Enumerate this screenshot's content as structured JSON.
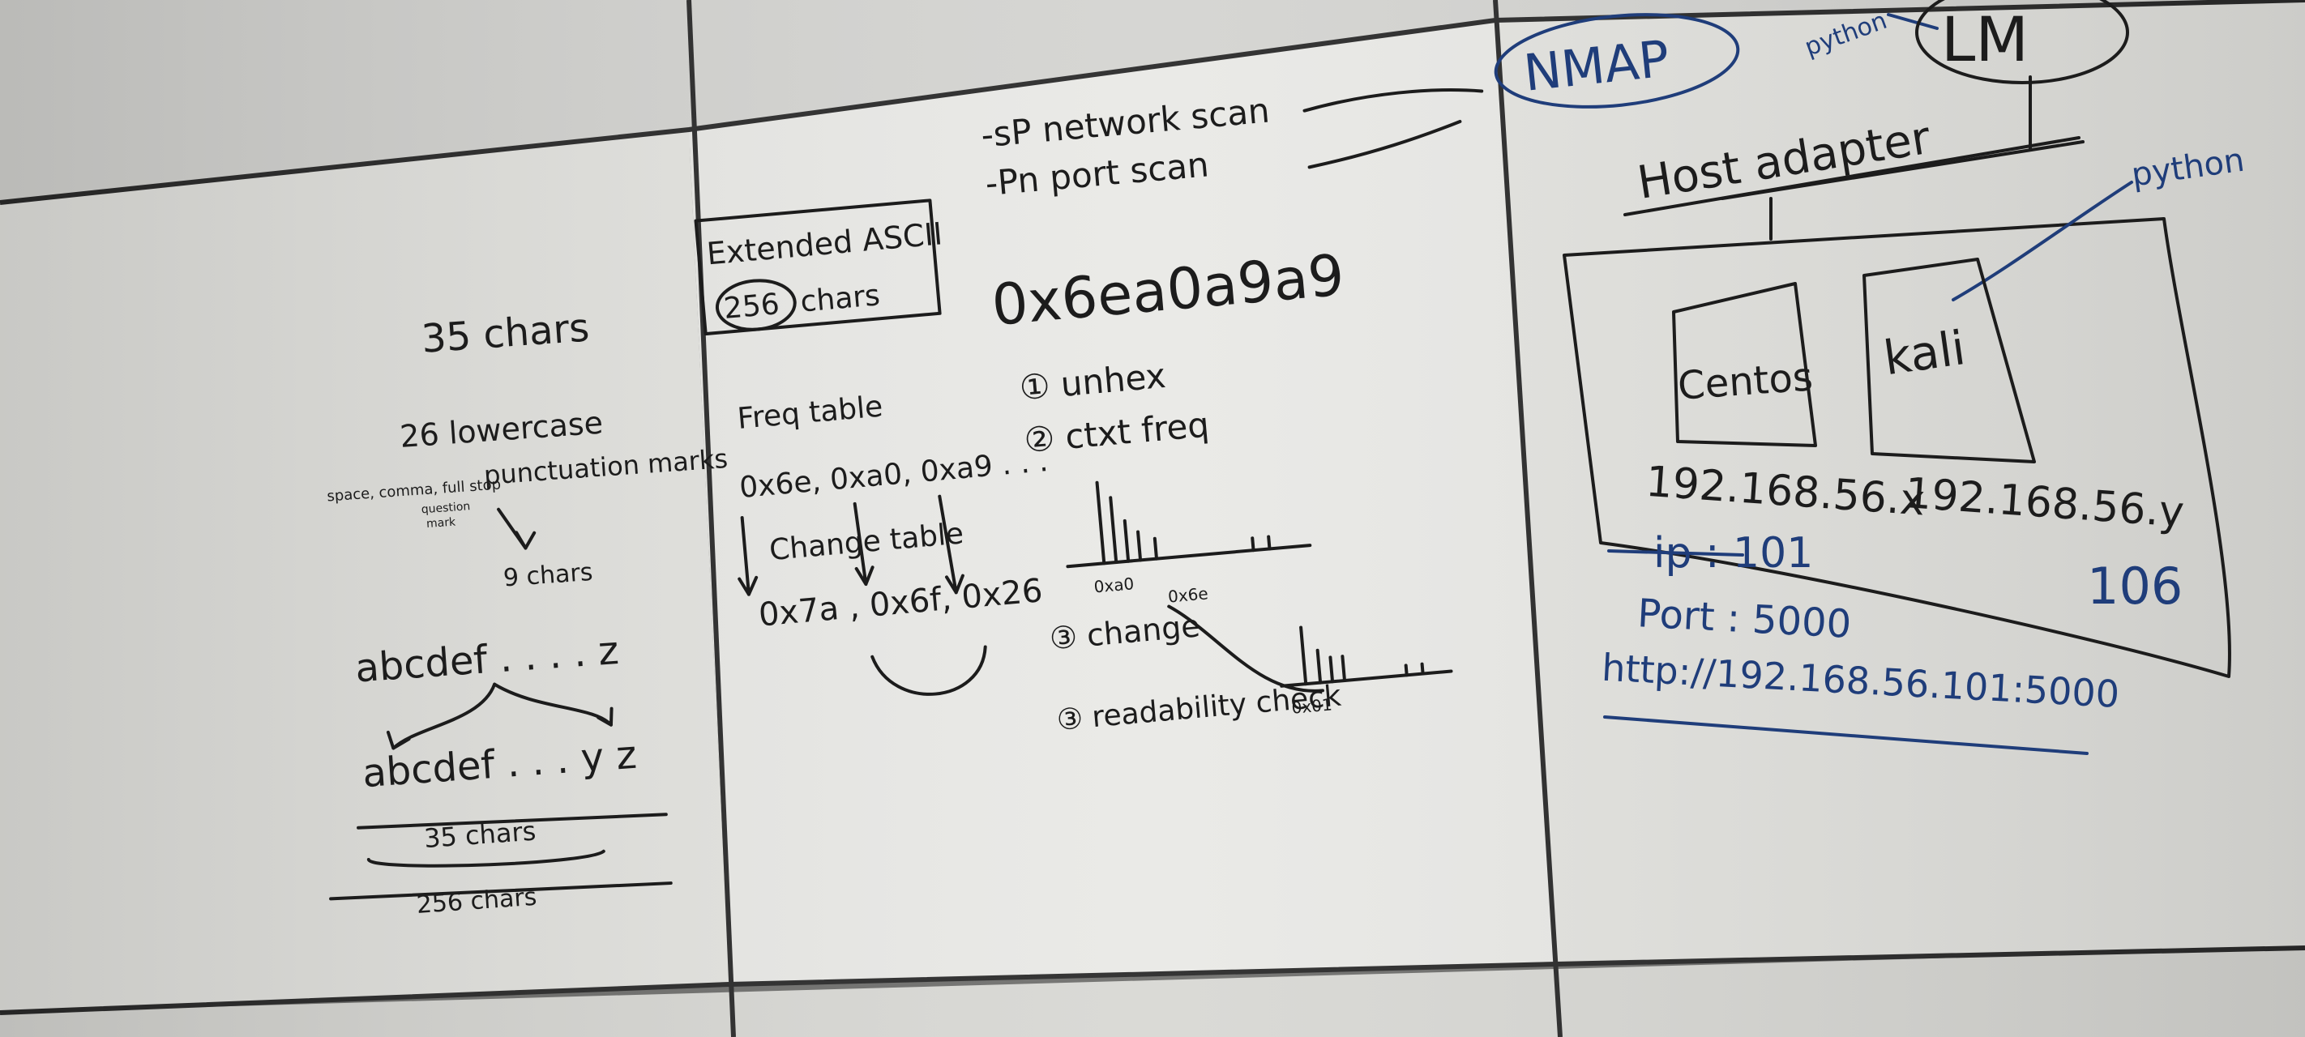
{
  "board": {
    "colors": {
      "background_wall": "#6f6f6d",
      "board": "#e3e3df",
      "ink_black": "#1c1c1c",
      "ink_blue": "#1f3d7a"
    }
  },
  "left_panel": {
    "chars_35": "35 chars",
    "lowercase_26": "26 lowercase",
    "punct_small": "space, comma, full stop",
    "punct_small2": "question",
    "punct_small3": "mark",
    "punct_marks": "punctuation marks",
    "chars_9": "9 chars",
    "alphabet_top": "abcdef . . . . z",
    "alphabet_bottom": "abcdef . . . y z",
    "chars_35_bottom": "35 chars",
    "chars_256_bottom": "256 chars"
  },
  "middle_panel": {
    "sp_scan": "-sP network scan",
    "pn_scan": "-Pn port scan",
    "extended_ascii": "Extended ASCII",
    "chars_256_num": "256",
    "chars_256_word": "chars",
    "hex_string": "0x6ea0a9a9",
    "freq_table": "Freq table",
    "freq_values": "0x6e, 0xa0, 0xa9 . . .",
    "change_table": "Change table",
    "change_values": "0x7a , 0x6f, 0x26",
    "step_1": "① unhex",
    "step_2": "② ctxt freq",
    "hist_label_a": "0xa0",
    "hist_label_b": "0x6e",
    "step_3": "③ change",
    "step_4": "③ readability check",
    "hist_label_c": "0x01"
  },
  "right_panel": {
    "nmap": "NMAP",
    "python_top": "python",
    "lm": "LM",
    "host_adapter": "Host adapter",
    "python_right": "python",
    "centos": "Centos",
    "kali": "kali",
    "ip_x": "192.168.56.x",
    "ip_y": "192.168.56.y",
    "ip_101": "ip : 101",
    "num_106": "106",
    "port": "Port : 5000",
    "url": "http://192.168.56.101:5000"
  }
}
